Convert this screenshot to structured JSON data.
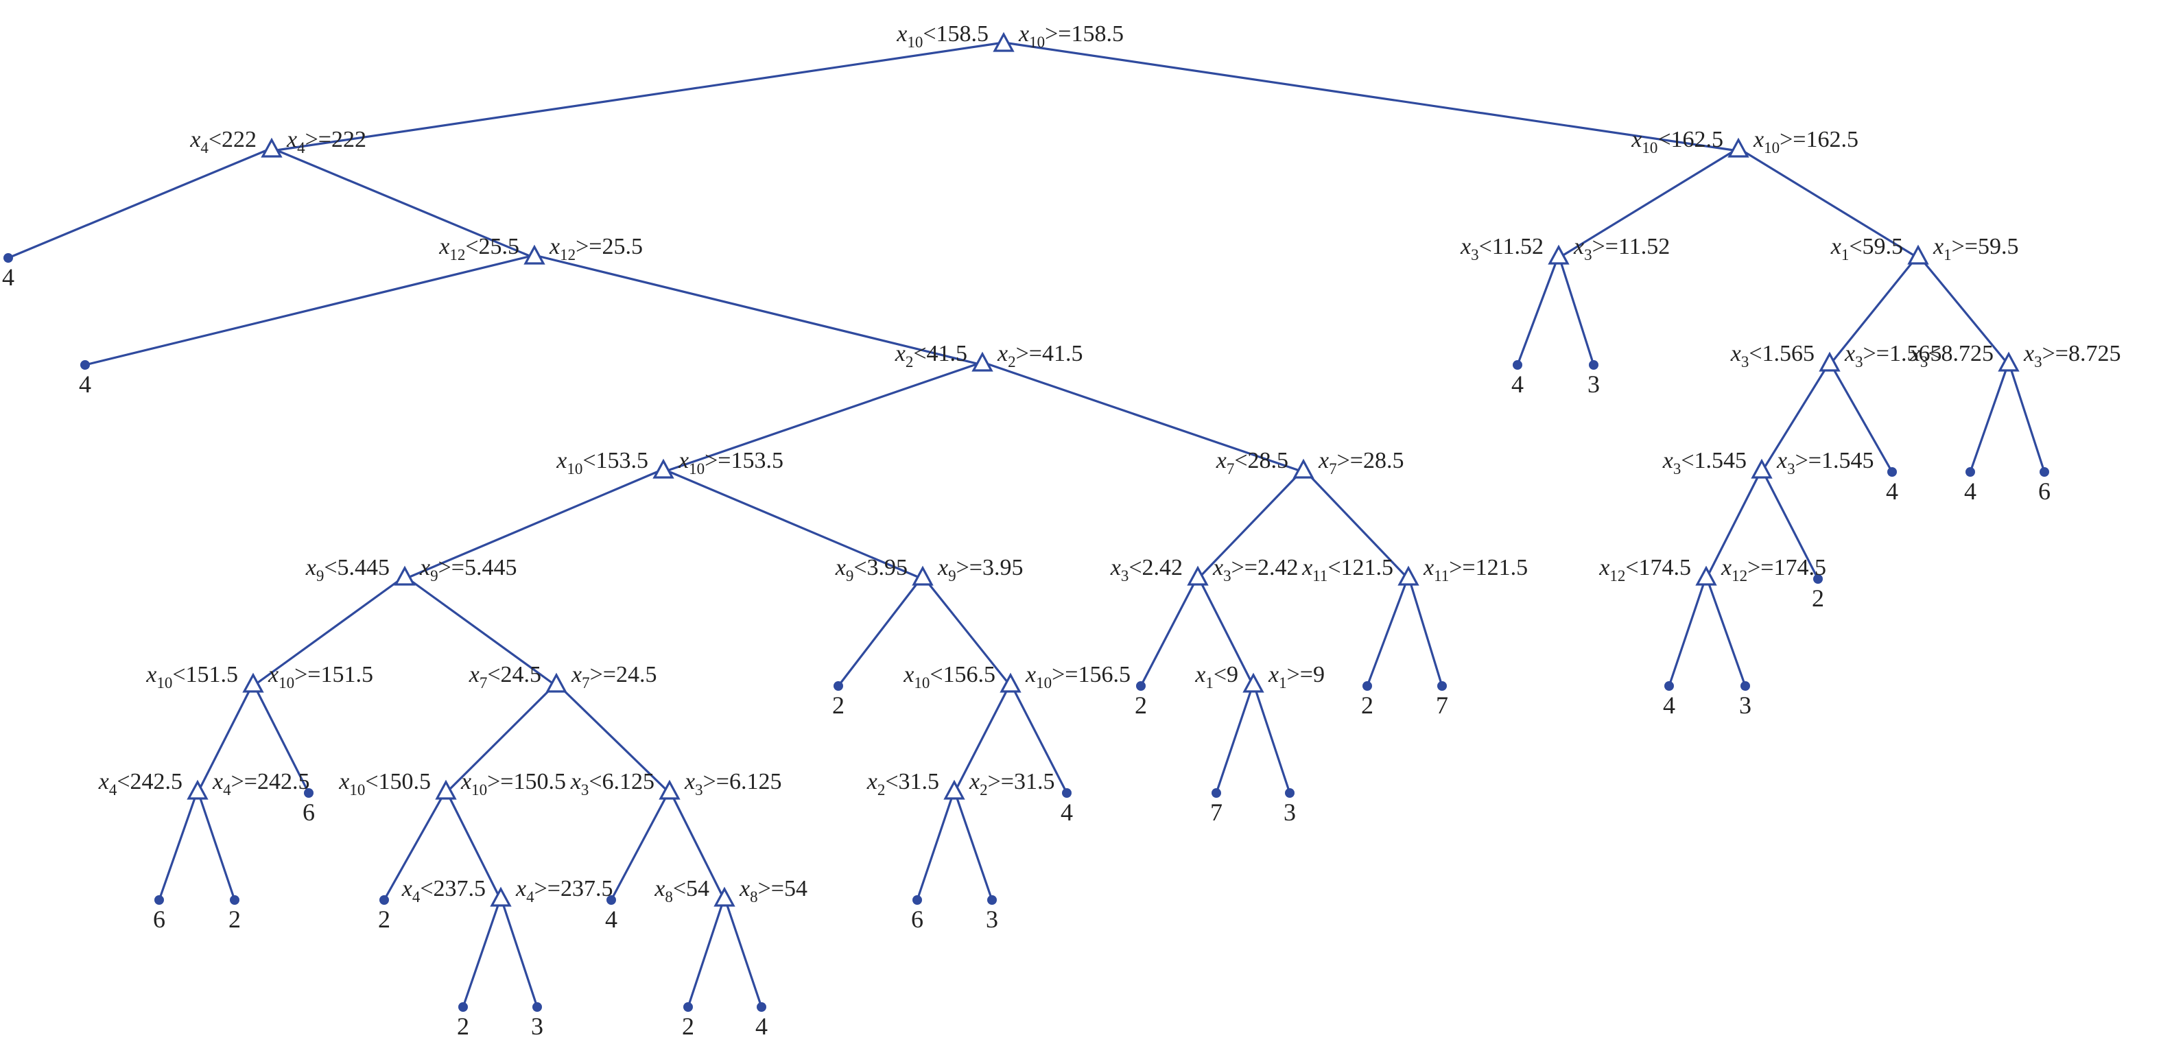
{
  "colors": {
    "line": "#2f4a9e",
    "text": "#222222"
  },
  "nodes": {
    "n0": {
      "kind": "split",
      "left": {
        "v": "10",
        "op": "<",
        "t": "158.5"
      },
      "right": {
        "v": "10",
        "op": ">=",
        "t": "158.5"
      }
    },
    "n1": {
      "kind": "split",
      "left": {
        "v": "4",
        "op": "<",
        "t": "222"
      },
      "right": {
        "v": "4",
        "op": ">=",
        "t": "222"
      }
    },
    "n2": {
      "kind": "split",
      "left": {
        "v": "12",
        "op": "<",
        "t": "25.5"
      },
      "right": {
        "v": "12",
        "op": ">=",
        "t": "25.5"
      }
    },
    "n3": {
      "kind": "split",
      "left": {
        "v": "2",
        "op": "<",
        "t": "41.5"
      },
      "right": {
        "v": "2",
        "op": ">=",
        "t": "41.5"
      }
    },
    "n4": {
      "kind": "split",
      "left": {
        "v": "10",
        "op": "<",
        "t": "153.5"
      },
      "right": {
        "v": "10",
        "op": ">=",
        "t": "153.5"
      }
    },
    "n5": {
      "kind": "split",
      "left": {
        "v": "9",
        "op": "<",
        "t": "5.445"
      },
      "right": {
        "v": "9",
        "op": ">=",
        "t": "5.445"
      }
    },
    "n6": {
      "kind": "split",
      "left": {
        "v": "10",
        "op": "<",
        "t": "151.5"
      },
      "right": {
        "v": "10",
        "op": ">=",
        "t": "151.5"
      }
    },
    "n7": {
      "kind": "split",
      "left": {
        "v": "4",
        "op": "<",
        "t": "242.5"
      },
      "right": {
        "v": "4",
        "op": ">=",
        "t": "242.5"
      }
    },
    "n8": {
      "kind": "split",
      "left": {
        "v": "7",
        "op": "<",
        "t": "24.5"
      },
      "right": {
        "v": "7",
        "op": ">=",
        "t": "24.5"
      }
    },
    "n9": {
      "kind": "split",
      "left": {
        "v": "10",
        "op": "<",
        "t": "150.5"
      },
      "right": {
        "v": "10",
        "op": ">=",
        "t": "150.5"
      }
    },
    "n10": {
      "kind": "split",
      "left": {
        "v": "4",
        "op": "<",
        "t": "237.5"
      },
      "right": {
        "v": "4",
        "op": ">=",
        "t": "237.5"
      }
    },
    "n11": {
      "kind": "split",
      "left": {
        "v": "3",
        "op": "<",
        "t": "6.125"
      },
      "right": {
        "v": "3",
        "op": ">=",
        "t": "6.125"
      }
    },
    "n12": {
      "kind": "split",
      "left": {
        "v": "8",
        "op": "<",
        "t": "54"
      },
      "right": {
        "v": "8",
        "op": ">=",
        "t": "54"
      }
    },
    "n13": {
      "kind": "split",
      "left": {
        "v": "9",
        "op": "<",
        "t": "3.95"
      },
      "right": {
        "v": "9",
        "op": ">=",
        "t": "3.95"
      }
    },
    "n14": {
      "kind": "split",
      "left": {
        "v": "10",
        "op": "<",
        "t": "156.5"
      },
      "right": {
        "v": "10",
        "op": ">=",
        "t": "156.5"
      }
    },
    "n15": {
      "kind": "split",
      "left": {
        "v": "2",
        "op": "<",
        "t": "31.5"
      },
      "right": {
        "v": "2",
        "op": ">=",
        "t": "31.5"
      }
    },
    "n16": {
      "kind": "split",
      "left": {
        "v": "7",
        "op": "<",
        "t": "28.5"
      },
      "right": {
        "v": "7",
        "op": ">=",
        "t": "28.5"
      }
    },
    "n17": {
      "kind": "split",
      "left": {
        "v": "3",
        "op": "<",
        "t": "2.42"
      },
      "right": {
        "v": "3",
        "op": ">=",
        "t": "2.42"
      }
    },
    "n18": {
      "kind": "split",
      "left": {
        "v": "1",
        "op": "<",
        "t": "9"
      },
      "right": {
        "v": "1",
        "op": ">=",
        "t": "9"
      }
    },
    "n19": {
      "kind": "split",
      "left": {
        "v": "11",
        "op": "<",
        "t": "121.5"
      },
      "right": {
        "v": "11",
        "op": ">=",
        "t": "121.5"
      }
    },
    "n20": {
      "kind": "split",
      "left": {
        "v": "10",
        "op": "<",
        "t": "162.5"
      },
      "right": {
        "v": "10",
        "op": ">=",
        "t": "162.5"
      }
    },
    "n21": {
      "kind": "split",
      "left": {
        "v": "3",
        "op": "<",
        "t": "11.52"
      },
      "right": {
        "v": "3",
        "op": ">=",
        "t": "11.52"
      }
    },
    "n22": {
      "kind": "split",
      "left": {
        "v": "1",
        "op": "<",
        "t": "59.5"
      },
      "right": {
        "v": "1",
        "op": ">=",
        "t": "59.5"
      }
    },
    "n23": {
      "kind": "split",
      "left": {
        "v": "3",
        "op": "<",
        "t": "1.565"
      },
      "right": {
        "v": "3",
        "op": ">=",
        "t": "1.565"
      }
    },
    "n24": {
      "kind": "split",
      "left": {
        "v": "3",
        "op": "<",
        "t": "1.545"
      },
      "right": {
        "v": "3",
        "op": ">=",
        "t": "1.545"
      }
    },
    "n25": {
      "kind": "split",
      "left": {
        "v": "12",
        "op": "<",
        "t": "174.5"
      },
      "right": {
        "v": "12",
        "op": ">=",
        "t": "174.5"
      }
    },
    "n26": {
      "kind": "split",
      "left": {
        "v": "3",
        "op": "<",
        "t": "8.725"
      },
      "right": {
        "v": "3",
        "op": ">=",
        "t": "8.725"
      }
    },
    "l1": {
      "kind": "leaf",
      "label": "4"
    },
    "l2": {
      "kind": "leaf",
      "label": "4"
    },
    "l3": {
      "kind": "leaf",
      "label": "6"
    },
    "l4": {
      "kind": "leaf",
      "label": "2"
    },
    "l5": {
      "kind": "leaf",
      "label": "6"
    },
    "l6": {
      "kind": "leaf",
      "label": "2"
    },
    "l7": {
      "kind": "leaf",
      "label": "2"
    },
    "l8": {
      "kind": "leaf",
      "label": "3"
    },
    "l9": {
      "kind": "leaf",
      "label": "4"
    },
    "l10": {
      "kind": "leaf",
      "label": "2"
    },
    "l11": {
      "kind": "leaf",
      "label": "4"
    },
    "l12": {
      "kind": "leaf",
      "label": "2"
    },
    "l13": {
      "kind": "leaf",
      "label": "6"
    },
    "l14": {
      "kind": "leaf",
      "label": "3"
    },
    "l15": {
      "kind": "leaf",
      "label": "4"
    },
    "l16": {
      "kind": "leaf",
      "label": "2"
    },
    "l17": {
      "kind": "leaf",
      "label": "7"
    },
    "l18": {
      "kind": "leaf",
      "label": "3"
    },
    "l19": {
      "kind": "leaf",
      "label": "2"
    },
    "l20": {
      "kind": "leaf",
      "label": "7"
    },
    "l21": {
      "kind": "leaf",
      "label": "4"
    },
    "l22": {
      "kind": "leaf",
      "label": "3"
    },
    "l23": {
      "kind": "leaf",
      "label": "4"
    },
    "l24": {
      "kind": "leaf",
      "label": "3"
    },
    "l25": {
      "kind": "leaf",
      "label": "2"
    },
    "l26": {
      "kind": "leaf",
      "label": "4"
    },
    "l27": {
      "kind": "leaf",
      "label": "4"
    },
    "l28": {
      "kind": "leaf",
      "label": "6"
    }
  },
  "edges": [
    [
      "n0",
      "n1"
    ],
    [
      "n0",
      "n20"
    ],
    [
      "n1",
      "l1"
    ],
    [
      "n1",
      "n2"
    ],
    [
      "n2",
      "l2"
    ],
    [
      "n2",
      "n3"
    ],
    [
      "n3",
      "n4"
    ],
    [
      "n3",
      "n16"
    ],
    [
      "n4",
      "n5"
    ],
    [
      "n4",
      "n13"
    ],
    [
      "n5",
      "n6"
    ],
    [
      "n5",
      "n8"
    ],
    [
      "n6",
      "n7"
    ],
    [
      "n6",
      "l5"
    ],
    [
      "n7",
      "l3"
    ],
    [
      "n7",
      "l4"
    ],
    [
      "n8",
      "n9"
    ],
    [
      "n8",
      "n11"
    ],
    [
      "n9",
      "l6"
    ],
    [
      "n9",
      "n10"
    ],
    [
      "n10",
      "l7"
    ],
    [
      "n10",
      "l8"
    ],
    [
      "n11",
      "l9"
    ],
    [
      "n11",
      "n12"
    ],
    [
      "n12",
      "l10"
    ],
    [
      "n12",
      "l11"
    ],
    [
      "n13",
      "l12"
    ],
    [
      "n13",
      "n14"
    ],
    [
      "n14",
      "n15"
    ],
    [
      "n14",
      "l15"
    ],
    [
      "n15",
      "l13"
    ],
    [
      "n15",
      "l14"
    ],
    [
      "n16",
      "n17"
    ],
    [
      "n16",
      "n19"
    ],
    [
      "n17",
      "l16"
    ],
    [
      "n17",
      "n18"
    ],
    [
      "n18",
      "l17"
    ],
    [
      "n18",
      "l18"
    ],
    [
      "n19",
      "l19"
    ],
    [
      "n19",
      "l20"
    ],
    [
      "n20",
      "n21"
    ],
    [
      "n20",
      "n22"
    ],
    [
      "n21",
      "l21"
    ],
    [
      "n21",
      "l22"
    ],
    [
      "n22",
      "n23"
    ],
    [
      "n22",
      "n26"
    ],
    [
      "n23",
      "n24"
    ],
    [
      "n23",
      "l26"
    ],
    [
      "n24",
      "n25"
    ],
    [
      "n24",
      "l25"
    ],
    [
      "n25",
      "l23"
    ],
    [
      "n25",
      "l24"
    ],
    [
      "n26",
      "l27"
    ],
    [
      "n26",
      "l28"
    ]
  ]
}
